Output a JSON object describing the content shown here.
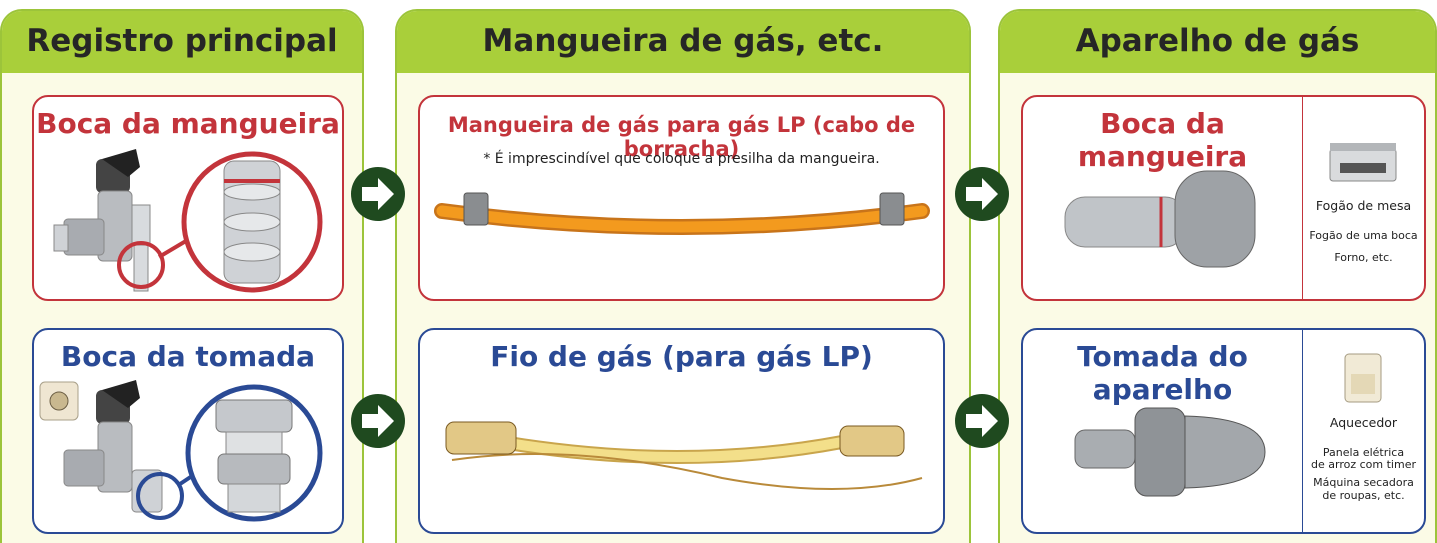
{
  "columns": [
    {
      "title": "Registro principal"
    },
    {
      "title": "Mangueira de gás, etc."
    },
    {
      "title": "Aparelho de gás"
    }
  ],
  "registro": {
    "top_title": "Boca da mangueira",
    "bottom_title": "Boca da tomada"
  },
  "mangueira": {
    "top_title": "Mangueira de gás para gás LP (cabo de borracha)",
    "top_note": "* É imprescindível que coloque a presilha da mangueira.",
    "bottom_title": "Fio de gás (para gás LP)"
  },
  "aparelho": {
    "top_title": "Boca da mangueira",
    "top_side": {
      "main": "Fogão de mesa",
      "line1": "Fogão de uma boca",
      "line2": "Forno, etc."
    },
    "bottom_title": "Tomada do aparelho",
    "bottom_side": {
      "main": "Aquecedor",
      "line1": "Panela elétrica",
      "line2": "de arroz com timer",
      "line3": "Máquina secadora",
      "line4": "de roupas, etc."
    }
  },
  "colors": {
    "header_green": "#a9cf3a",
    "column_bg": "#fbfbe6",
    "red": "#c3343b",
    "blue": "#2a4a95",
    "arrow": "#1f4a1f",
    "hose_orange": "#f39a1e",
    "cord_yellow": "#f3df8a"
  }
}
